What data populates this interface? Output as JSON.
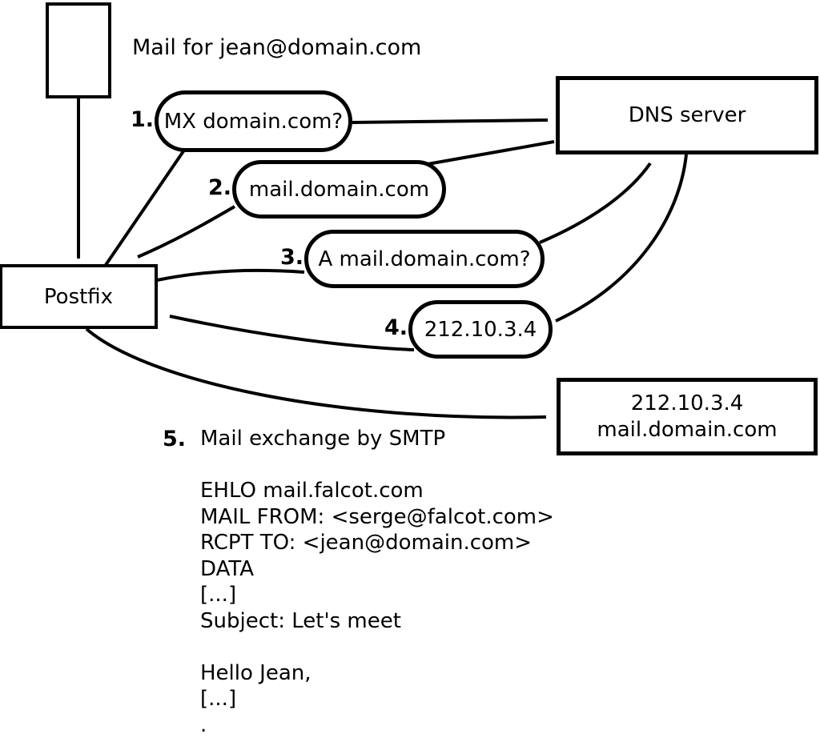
{
  "title": "Mail for jean@domain.com",
  "nodes": {
    "postfix": "Postfix",
    "dns_server": "DNS server",
    "mail_server": {
      "line1": "212.10.3.4",
      "line2": "mail.domain.com"
    }
  },
  "steps": [
    {
      "num": "1.",
      "label": "MX domain.com?"
    },
    {
      "num": "2.",
      "label": "mail.domain.com"
    },
    {
      "num": "3.",
      "label": "A mail.domain.com?"
    },
    {
      "num": "4.",
      "label": "212.10.3.4"
    },
    {
      "num": "5.",
      "label": "Mail exchange by SMTP"
    }
  ],
  "smtp_transcript": [
    "EHLO mail.falcot.com",
    "MAIL FROM: <serge@falcot.com>",
    "RCPT TO: <jean@domain.com>",
    "DATA",
    "[...]",
    "Subject: Let's meet",
    "",
    "Hello Jean,",
    "[...]",
    "."
  ],
  "colors": {
    "stroke": "#000000",
    "background": "#ffffff"
  }
}
